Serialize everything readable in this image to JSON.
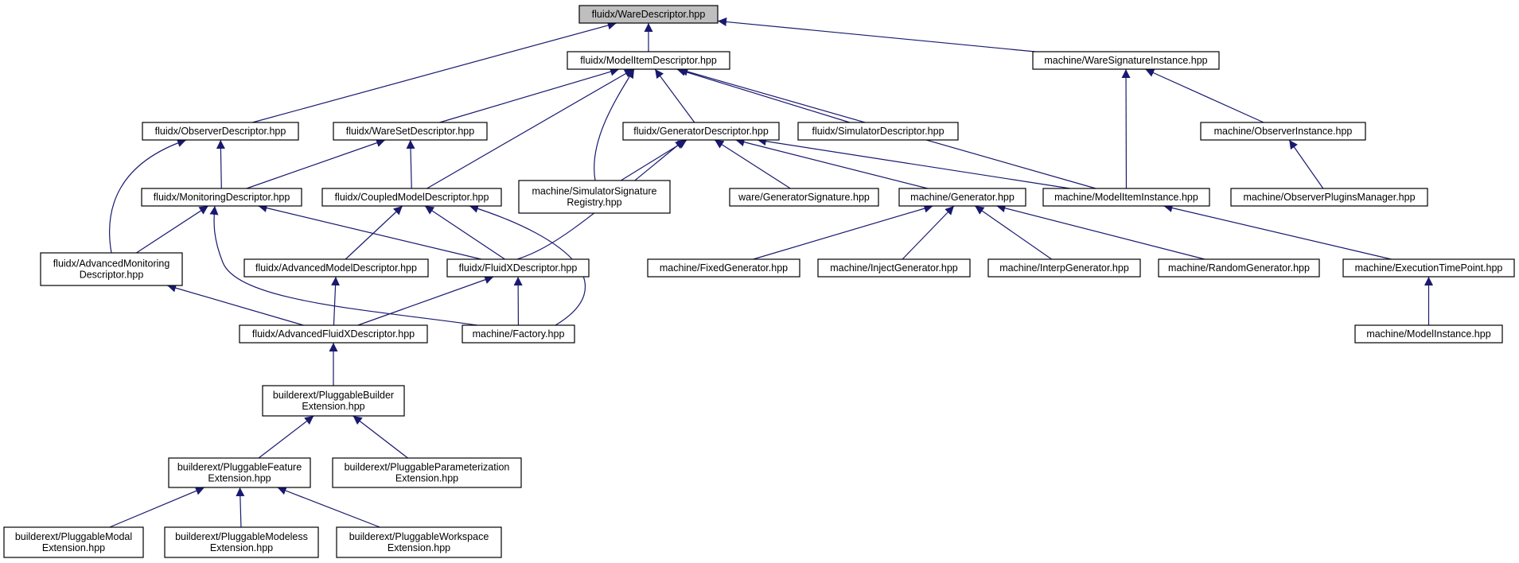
{
  "diagram": {
    "type": "include-dependency-graph",
    "edge_color": "#191970",
    "root_fill": "#bfbfbf",
    "node_fill": "#ffffff",
    "nodes": [
      {
        "id": "root",
        "lines": [
          "fluidx/WareDescriptor.hpp"
        ]
      },
      {
        "id": "modelitem",
        "lines": [
          "fluidx/ModelItemDescriptor.hpp"
        ]
      },
      {
        "id": "waresig",
        "lines": [
          "machine/WareSignatureInstance.hpp"
        ]
      },
      {
        "id": "observer",
        "lines": [
          "fluidx/ObserverDescriptor.hpp"
        ]
      },
      {
        "id": "wareset",
        "lines": [
          "fluidx/WareSetDescriptor.hpp"
        ]
      },
      {
        "id": "gendesc",
        "lines": [
          "fluidx/GeneratorDescriptor.hpp"
        ]
      },
      {
        "id": "simdesc",
        "lines": [
          "fluidx/SimulatorDescriptor.hpp"
        ]
      },
      {
        "id": "obsinst",
        "lines": [
          "machine/ObserverInstance.hpp"
        ]
      },
      {
        "id": "monitoring",
        "lines": [
          "fluidx/MonitoringDescriptor.hpp"
        ]
      },
      {
        "id": "coupled",
        "lines": [
          "fluidx/CoupledModelDescriptor.hpp"
        ]
      },
      {
        "id": "simsig",
        "lines": [
          "machine/SimulatorSignature",
          "Registry.hpp"
        ]
      },
      {
        "id": "gensig",
        "lines": [
          "ware/GeneratorSignature.hpp"
        ]
      },
      {
        "id": "generator",
        "lines": [
          "machine/Generator.hpp"
        ]
      },
      {
        "id": "mii",
        "lines": [
          "machine/ModelItemInstance.hpp"
        ]
      },
      {
        "id": "obsplug",
        "lines": [
          "machine/ObserverPluginsManager.hpp"
        ]
      },
      {
        "id": "advmon",
        "lines": [
          "fluidx/AdvancedMonitoring",
          "Descriptor.hpp"
        ]
      },
      {
        "id": "advmodel",
        "lines": [
          "fluidx/AdvancedModelDescriptor.hpp"
        ]
      },
      {
        "id": "fluidxd",
        "lines": [
          "fluidx/FluidXDescriptor.hpp"
        ]
      },
      {
        "id": "fixed",
        "lines": [
          "machine/FixedGenerator.hpp"
        ]
      },
      {
        "id": "inject",
        "lines": [
          "machine/InjectGenerator.hpp"
        ]
      },
      {
        "id": "interp",
        "lines": [
          "machine/InterpGenerator.hpp"
        ]
      },
      {
        "id": "random",
        "lines": [
          "machine/RandomGenerator.hpp"
        ]
      },
      {
        "id": "exectime",
        "lines": [
          "machine/ExecutionTimePoint.hpp"
        ]
      },
      {
        "id": "advfluidx",
        "lines": [
          "fluidx/AdvancedFluidXDescriptor.hpp"
        ]
      },
      {
        "id": "factory",
        "lines": [
          "machine/Factory.hpp"
        ]
      },
      {
        "id": "modelinst",
        "lines": [
          "machine/ModelInstance.hpp"
        ]
      },
      {
        "id": "pbuilder",
        "lines": [
          "builderext/PluggableBuilder",
          "Extension.hpp"
        ]
      },
      {
        "id": "pfeature",
        "lines": [
          "builderext/PluggableFeature",
          "Extension.hpp"
        ]
      },
      {
        "id": "pparam",
        "lines": [
          "builderext/PluggableParameterization",
          "Extension.hpp"
        ]
      },
      {
        "id": "pmodal",
        "lines": [
          "builderext/PluggableModal",
          "Extension.hpp"
        ]
      },
      {
        "id": "pmodeless",
        "lines": [
          "builderext/PluggableModeless",
          "Extension.hpp"
        ]
      },
      {
        "id": "pworkspace",
        "lines": [
          "builderext/PluggableWorkspace",
          "Extension.hpp"
        ]
      }
    ],
    "edges": [
      {
        "from": "modelitem",
        "to": "root"
      },
      {
        "from": "observer",
        "to": "root"
      },
      {
        "from": "waresig",
        "to": "root"
      },
      {
        "from": "wareset",
        "to": "modelitem"
      },
      {
        "from": "coupled",
        "to": "modelitem"
      },
      {
        "from": "simsig",
        "to": "modelitem"
      },
      {
        "from": "gendesc",
        "to": "modelitem"
      },
      {
        "from": "simdesc",
        "to": "modelitem"
      },
      {
        "from": "mii",
        "to": "modelitem"
      },
      {
        "from": "mii",
        "to": "waresig"
      },
      {
        "from": "obsinst",
        "to": "waresig"
      },
      {
        "from": "monitoring",
        "to": "observer"
      },
      {
        "from": "advmon",
        "to": "observer"
      },
      {
        "from": "monitoring",
        "to": "wareset"
      },
      {
        "from": "coupled",
        "to": "wareset"
      },
      {
        "from": "simsig",
        "to": "gendesc"
      },
      {
        "from": "gensig",
        "to": "gendesc"
      },
      {
        "from": "generator",
        "to": "gendesc"
      },
      {
        "from": "mii",
        "to": "gendesc"
      },
      {
        "from": "fluidxd",
        "to": "gendesc"
      },
      {
        "from": "obsplug",
        "to": "obsinst"
      },
      {
        "from": "advmon",
        "to": "monitoring"
      },
      {
        "from": "fluidxd",
        "to": "monitoring"
      },
      {
        "from": "factory",
        "to": "monitoring"
      },
      {
        "from": "advmodel",
        "to": "coupled"
      },
      {
        "from": "fluidxd",
        "to": "coupled"
      },
      {
        "from": "factory",
        "to": "coupled"
      },
      {
        "from": "fixed",
        "to": "generator"
      },
      {
        "from": "inject",
        "to": "generator"
      },
      {
        "from": "interp",
        "to": "generator"
      },
      {
        "from": "random",
        "to": "generator"
      },
      {
        "from": "exectime",
        "to": "mii"
      },
      {
        "from": "advfluidx",
        "to": "advmon"
      },
      {
        "from": "advfluidx",
        "to": "advmodel"
      },
      {
        "from": "advfluidx",
        "to": "fluidxd"
      },
      {
        "from": "factory",
        "to": "fluidxd"
      },
      {
        "from": "modelinst",
        "to": "exectime"
      },
      {
        "from": "pbuilder",
        "to": "advfluidx"
      },
      {
        "from": "pfeature",
        "to": "pbuilder"
      },
      {
        "from": "pparam",
        "to": "pbuilder"
      },
      {
        "from": "pmodal",
        "to": "pfeature"
      },
      {
        "from": "pmodeless",
        "to": "pfeature"
      },
      {
        "from": "pworkspace",
        "to": "pfeature"
      }
    ]
  }
}
